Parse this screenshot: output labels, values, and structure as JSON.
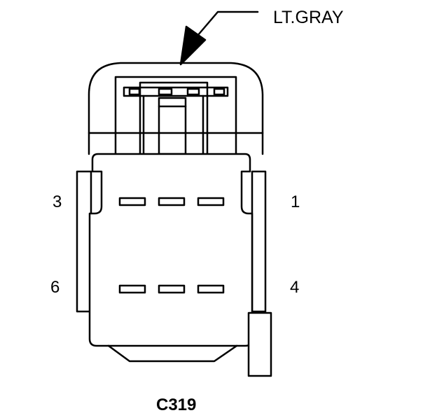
{
  "callout": {
    "color": "LT.GRAY"
  },
  "pins": [
    {
      "number": "3"
    },
    {
      "number": "1"
    },
    {
      "number": "6"
    },
    {
      "number": "4"
    }
  ],
  "connector": {
    "id": "C319"
  },
  "colors": {
    "stroke": "#000000",
    "background": "#ffffff"
  }
}
